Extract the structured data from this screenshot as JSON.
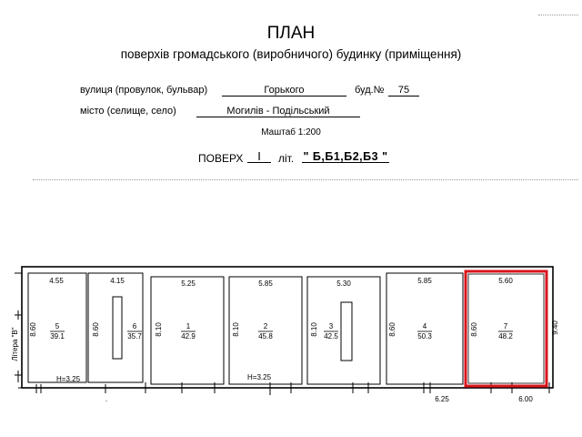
{
  "header": {
    "title": "ПЛАН",
    "subtitle": "поверхів громадського (виробничого) будинку (приміщення)"
  },
  "address": {
    "street_label": "вулиця (провулок, бульвар)",
    "street_value": "Горького",
    "building_label": "буд.№",
    "building_value": "75",
    "city_label": "місто (селище, село)",
    "city_value": "Могилів - Подільський"
  },
  "scale": "Маштаб 1:200",
  "floor": {
    "label": "ПОВЕРХ",
    "value": "I",
    "liter_label": "літ.",
    "liter_value": "\" Б,Б1,Б2,Б3 \""
  },
  "plan": {
    "side_label": "Літера \"В\"",
    "right_dim": "9.40",
    "rooms": [
      {
        "num": "5",
        "area": "39.1",
        "width": "4.55",
        "depth": "8.60"
      },
      {
        "num": "6",
        "area": "35.7",
        "width": "4.15",
        "depth": "8.60"
      },
      {
        "num": "1",
        "area": "42.9",
        "width": "5.25",
        "depth": "8.10"
      },
      {
        "num": "2",
        "area": "45.8",
        "width": "5.85",
        "depth": "8.10"
      },
      {
        "num": "3",
        "area": "42.5",
        "width": "5.30",
        "depth": "8.10"
      },
      {
        "num": "4",
        "area": "50.3",
        "width": "5.85",
        "depth": "8.60"
      },
      {
        "num": "7",
        "area": "48.2",
        "width": "5.60",
        "depth": "8.60"
      }
    ],
    "height_notes": [
      "H=3.25",
      "H=3.25"
    ],
    "bottom_dims": [
      "6.25",
      "6.00"
    ]
  },
  "colors": {
    "highlight": "#d9141b",
    "line": "#000000"
  }
}
